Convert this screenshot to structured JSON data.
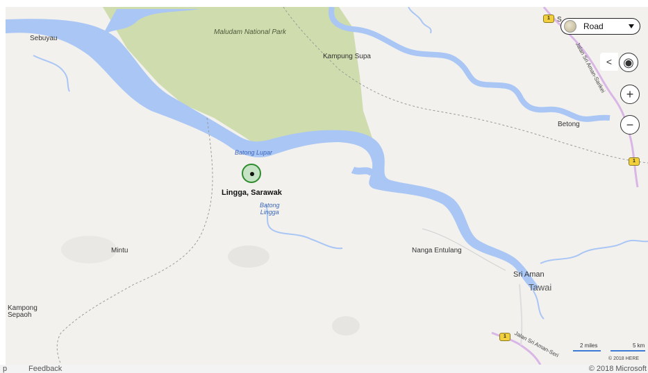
{
  "map": {
    "mode_label": "Road",
    "labels": {
      "sebuyau": "Sebuyau",
      "national_park": "Maludam National Park",
      "kampung_supa": "Kampung Supa",
      "batong_lupar": "Batong Lupar",
      "lingga": "Lingga, Sarawak",
      "batong_lingga": "Batong\nLingga",
      "mintu": "Mintu",
      "nanga_entulang": "Nanga Entulang",
      "sri_aman": "Sri Aman",
      "tawai": "Tawai",
      "betong": "Betong",
      "kampong_sepaoh": "Kampong\nSepaoh",
      "road_sri_aman_sarikei": "Jalan Sri Aman-Sarikei",
      "road_sri_aman_seri": "Jalan Sri Aman-Seri",
      "partial_top": "S"
    },
    "shield_number": "1",
    "scale": {
      "miles": "2 miles",
      "km": "5 km"
    },
    "credit_here": "© 2018 HERE",
    "collapse_symbol": "<",
    "zoom_in_symbol": "+",
    "zoom_out_symbol": "−",
    "locate_symbol": "◉"
  },
  "footer": {
    "left_fragment": "p",
    "feedback": "Feedback",
    "copyright": "© 2018 Microsoft"
  },
  "colors": {
    "water": "#a9c6f5",
    "park": "#cfdcad",
    "land": "#f2f1ee",
    "pin_ring": "#2e8b2e"
  }
}
